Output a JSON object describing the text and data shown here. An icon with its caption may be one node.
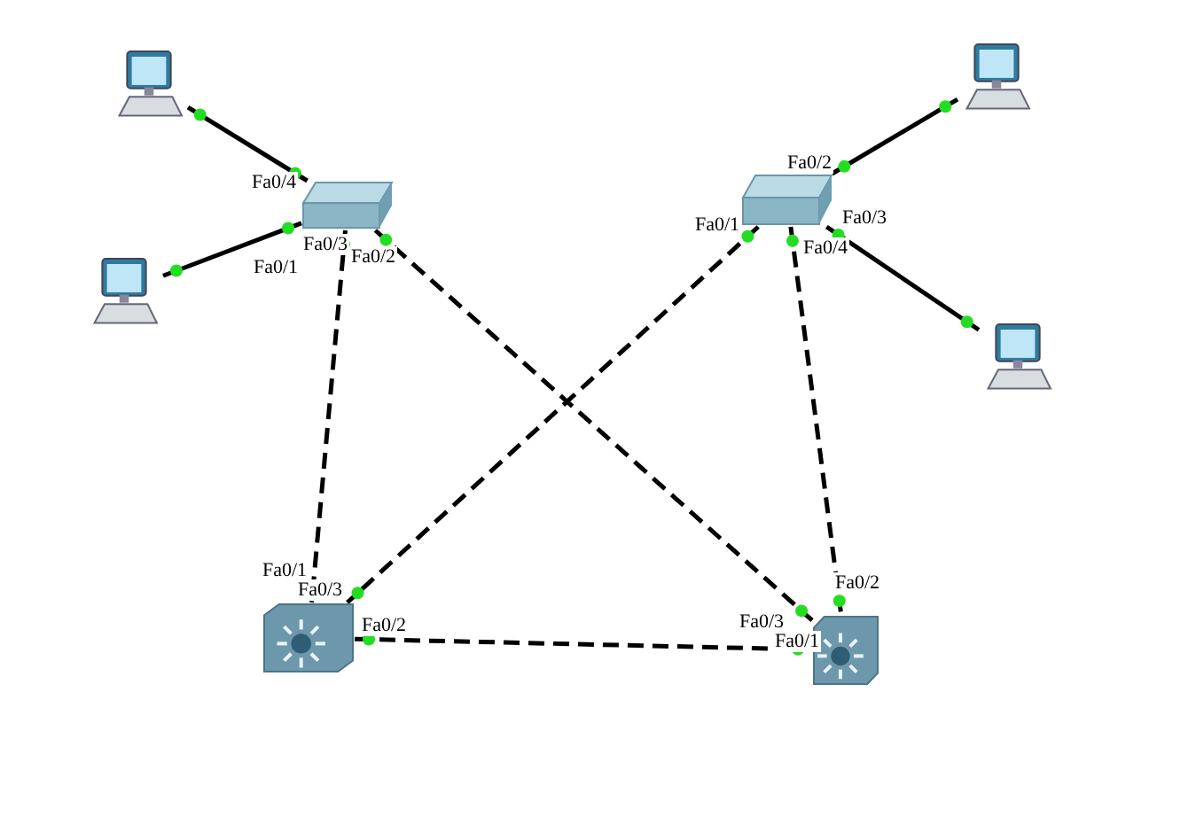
{
  "diagram": {
    "nodes": [
      {
        "text": [],
        "shape": "computer"
      },
      {
        "text": [],
        "shape": "computer"
      },
      {
        "text": [],
        "shape": "switch"
      },
      {
        "text": [],
        "shape": "switch"
      },
      {
        "text": [],
        "shape": "computer"
      },
      {
        "text": [],
        "shape": "computer"
      },
      {
        "text": [],
        "shape": "cube"
      },
      {
        "text": [],
        "shape": "cube"
      }
    ],
    "edges": [
      {
        "from": 0,
        "to": 2,
        "arrow": "none"
      },
      {
        "from": 1,
        "to": 2,
        "arrow": "none"
      },
      {
        "from": 2,
        "to": 6,
        "arrow": "none",
        "style": "dashed"
      },
      {
        "from": 2,
        "to": 7,
        "arrow": "none",
        "style": "dashed"
      },
      {
        "from": 3,
        "to": 4,
        "arrow": "none"
      },
      {
        "from": 3,
        "to": 5,
        "arrow": "none"
      },
      {
        "from": 3,
        "to": 6,
        "arrow": "none",
        "style": "dashed"
      },
      {
        "from": 3,
        "to": 7,
        "arrow": "none",
        "style": "dashed"
      },
      {
        "from": 6,
        "to": 7,
        "arrow": "none",
        "style": "dashed"
      }
    ],
    "labels": [
      "Fa0/2",
      "Fa0/4",
      "Fa0/3",
      "Fa0/1",
      "Fa0/3",
      "Fa0/4",
      "Fa0/2",
      "Fa0/1",
      "Fa0/1",
      "Fa0/2",
      "Fa0/3",
      "Fa0/3",
      "Fa0/2",
      "Fa0/1"
    ]
  }
}
